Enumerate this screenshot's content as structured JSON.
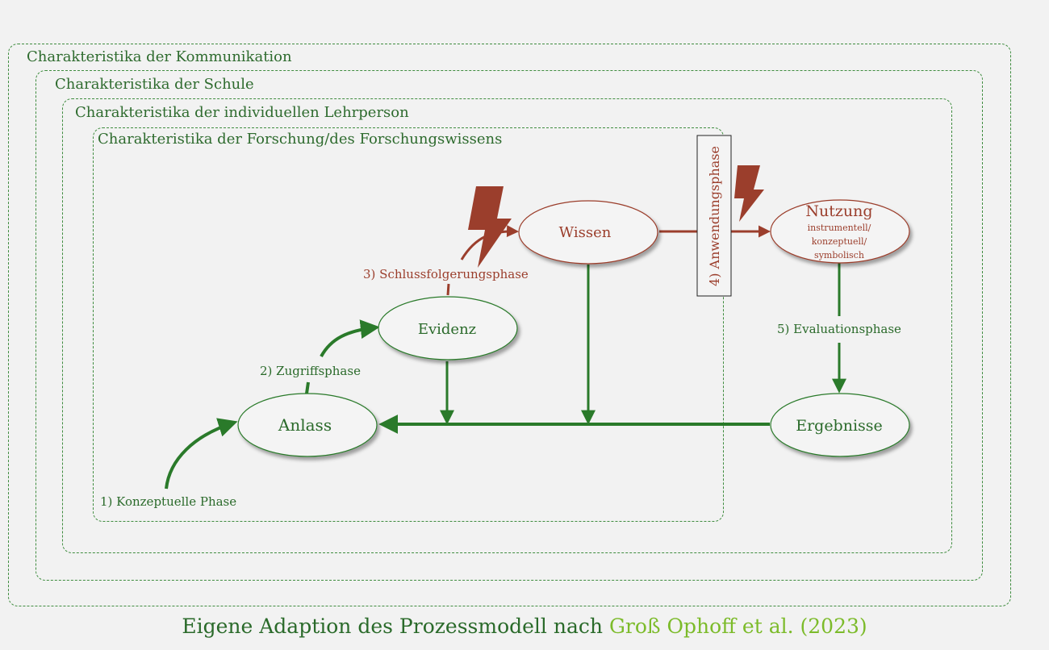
{
  "frames": {
    "kommunikation": "Charakteristika der Kommunikation",
    "schule": "Charakteristika der Schule",
    "lehrperson": "Charakteristika der individuellen Lehrperson",
    "forschung": "Charakteristika der Forschung/des Forschungswissens"
  },
  "nodes": {
    "anlass": "Anlass",
    "evidenz": "Evidenz",
    "wissen": "Wissen",
    "nutzung_title": "Nutzung",
    "nutzung_line1": "instrumentell/",
    "nutzung_line2": "konzeptuell/",
    "nutzung_line3": "symbolisch",
    "ergebnisse": "Ergebnisse"
  },
  "phases": {
    "p1": "1) Konzeptuelle Phase",
    "p2": "2) Zugriffsphase",
    "p3": "3) Schlussfolgerungsphase",
    "p4": "4) Anwendungsphase",
    "p5": "5) Evaluationsphase"
  },
  "caption": {
    "text": "Eigene Adaption des Prozessmodell nach ",
    "citation": "Groß Ophoff et al. (2023)"
  },
  "colors": {
    "green": "#2a7a2a",
    "red": "#9b3e2c",
    "background": "#f2f2f2"
  },
  "icons": [
    "lightning-icon"
  ]
}
